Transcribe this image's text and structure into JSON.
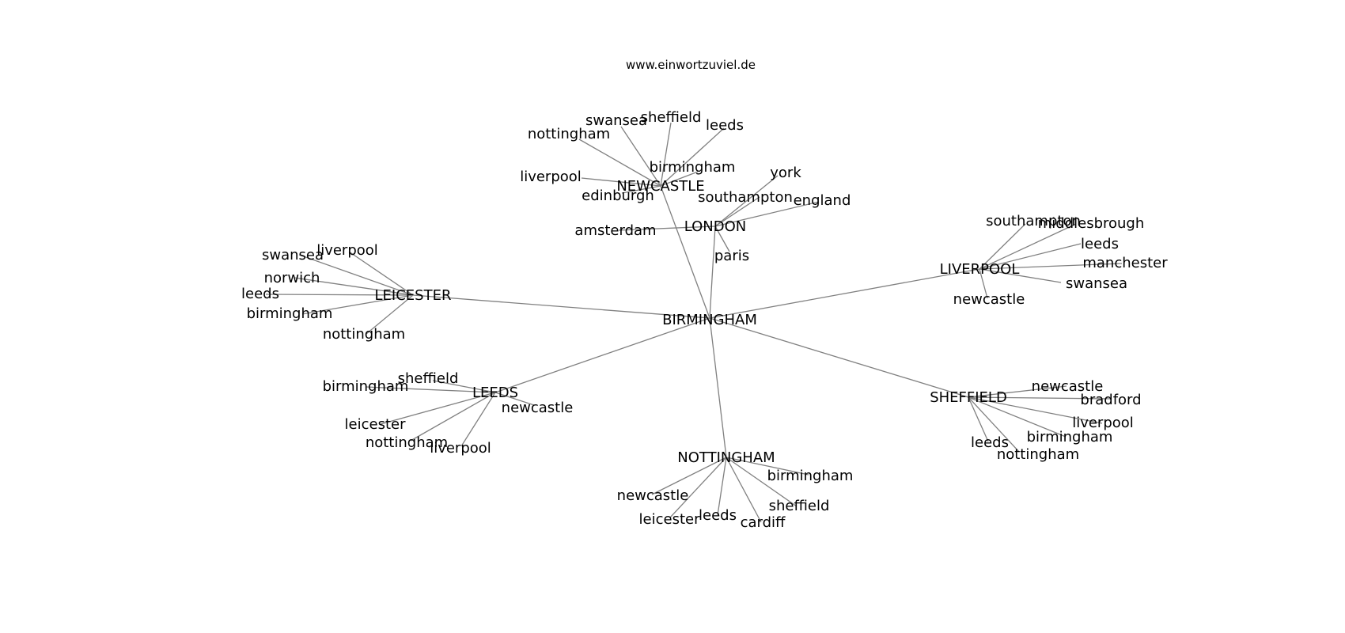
{
  "site_label": "www.einwortzuviel.de",
  "center": "BIRMINGHAM",
  "hubs": [
    {
      "id": "london",
      "label": "LONDON",
      "leaves": [
        "amsterdam",
        "paris",
        "york",
        "southampton",
        "england"
      ]
    },
    {
      "id": "newcastle",
      "label": "NEWCASTLE",
      "leaves": [
        "swansea",
        "sheffield",
        "leeds",
        "nottingham",
        "liverpool",
        "edinburgh",
        "birmingham"
      ]
    },
    {
      "id": "liverpool",
      "label": "LIVERPOOL",
      "leaves": [
        "southampton",
        "middlesbrough",
        "leeds",
        "manchester",
        "swansea",
        "newcastle"
      ]
    },
    {
      "id": "leicester",
      "label": "LEICESTER",
      "leaves": [
        "swansea",
        "liverpool",
        "norwich",
        "leeds",
        "birmingham",
        "nottingham"
      ]
    },
    {
      "id": "leeds",
      "label": "LEEDS",
      "leaves": [
        "sheffield",
        "birmingham",
        "newcastle",
        "leicester",
        "nottingham",
        "liverpool"
      ]
    },
    {
      "id": "sheffield",
      "label": "SHEFFIELD",
      "leaves": [
        "newcastle",
        "bradford",
        "liverpool",
        "birmingham",
        "leeds",
        "nottingham"
      ]
    },
    {
      "id": "nottingham",
      "label": "NOTTINGHAM",
      "leaves": [
        "birmingham",
        "newcastle",
        "sheffield",
        "leicester",
        "leeds",
        "cardiff"
      ]
    }
  ],
  "colors": {
    "edge": "#808080",
    "text": "#000000",
    "background": "#ffffff"
  }
}
